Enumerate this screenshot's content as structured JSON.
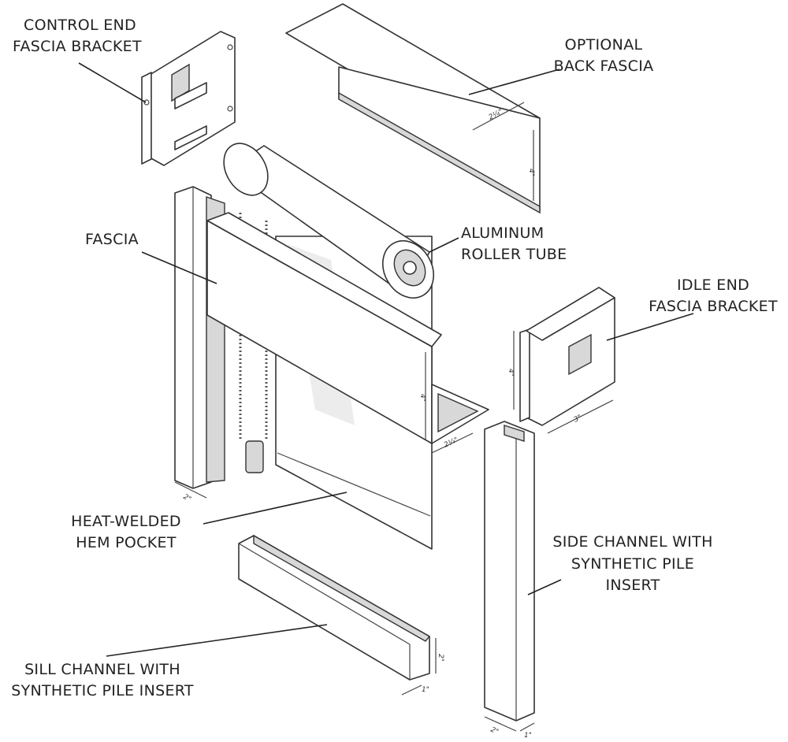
{
  "labels": {
    "control_end": [
      "CONTROL END",
      "FASCIA BRACKET"
    ],
    "back_fascia": [
      "OPTIONAL",
      "BACK FASCIA"
    ],
    "fascia": [
      "FASCIA"
    ],
    "roller_tube": [
      "ALUMINUM",
      "ROLLER TUBE"
    ],
    "idle_end": [
      "IDLE END",
      "FASCIA BRACKET"
    ],
    "hem_pocket": [
      "HEAT-WELDED",
      "HEM POCKET"
    ],
    "side_channel": [
      "SIDE CHANNEL WITH",
      "SYNTHETIC PILE",
      "INSERT"
    ],
    "sill_channel": [
      "SILL CHANNEL WITH",
      "SYNTHETIC PILE INSERT"
    ]
  },
  "dimensions": {
    "back_fascia_depth": "2¼\"",
    "back_fascia_height": "4\"",
    "fascia_height": "4\"",
    "fascia_depth": "2¼\"",
    "idle_bracket_height": "4\"",
    "idle_bracket_width": "3\"",
    "left_channel_width": "2\"",
    "sill_height": "2\"",
    "sill_width": "1\"",
    "side_channel_width": "2\"",
    "side_channel_depth": "1\""
  }
}
